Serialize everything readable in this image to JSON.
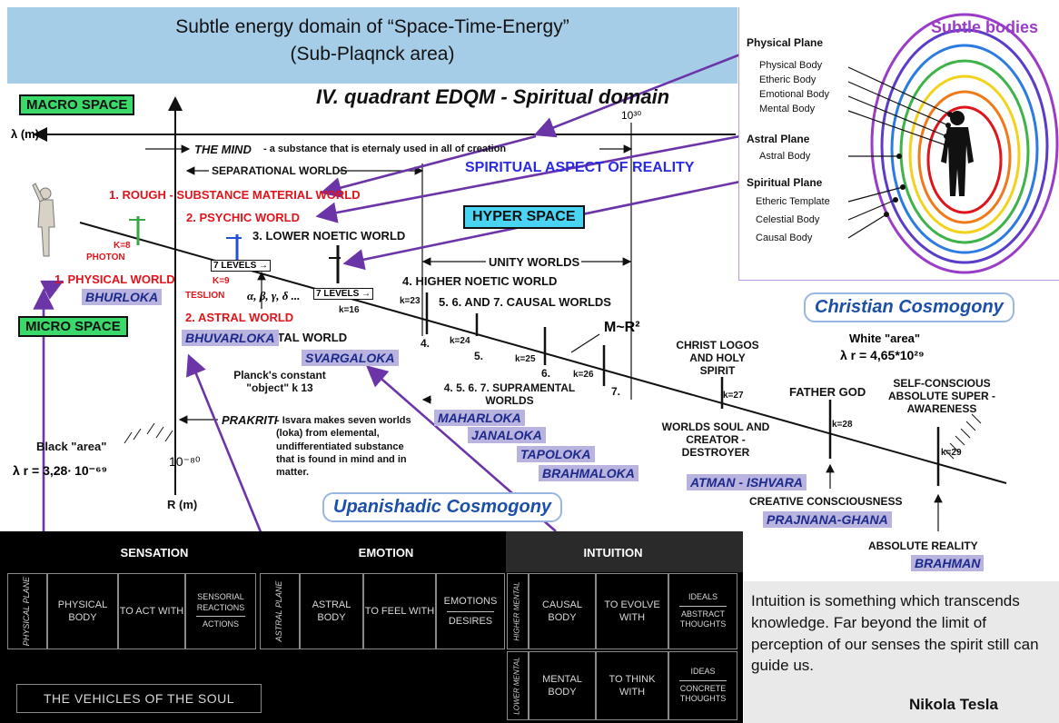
{
  "header": {
    "line1": "Subtle energy domain of  “Space-Time-Energy”",
    "line2": "(Sub-Plaqnck area)"
  },
  "diagram": {
    "title": "IV. quadrant EDQM - Spiritual domain",
    "macro_space": "MACRO SPACE",
    "micro_space": "MICRO SPACE",
    "hyper_space": "HYPER SPACE",
    "lambda_axis": "λ (m)",
    "r_axis": "R (m)",
    "power_30": "10³⁰",
    "power_80": "10⁻⁸⁰",
    "the_mind": "THE MIND",
    "the_mind_desc": "- a substance that is eternaly used in all of creation",
    "separational_worlds": "SEPARATIONAL WORLDS",
    "spiritual_aspect": "SPIRITUAL ASPECT OF REALITY",
    "unity_worlds": "UNITY WORLDS",
    "black_area": "Black \"area\"",
    "black_lambda": "λ r = 3,28∙ 10⁻⁶⁹",
    "white_area": "White \"area\"",
    "white_lambda": "λ r = 4,65*10²⁹",
    "planck_object": "Planck's constant \"object\" k 13",
    "prakriti": "PRAKRITI",
    "prakriti_desc": "- Isvara makes seven worlds (loka) from elemental, undifferentiated substance that is found in mind and in matter.",
    "k8": "K=8",
    "photon": "PHOTON",
    "k9": "K=9",
    "teslion": "TESLION",
    "greek": "α, β, γ, δ ...",
    "levels": "7 LEVELS →",
    "k16": "k=16",
    "k23": "k=23",
    "k24": "k=24",
    "k25": "k=25",
    "k26": "k=26",
    "k27": "k=27",
    "k28": "k=28",
    "k29": "k=29",
    "m_r2": "M~R²",
    "n4": "4.",
    "n5": "5.",
    "n6": "6.",
    "n7": "7.",
    "worlds": {
      "rough": "1. ROUGH - SUBSTANCE MATERIAL WORLD",
      "psychic": "2. PSYCHIC WORLD",
      "lower_noetic": "3. LOWER NOETIC WORLD",
      "physical": "1. PHYSICAL WORLD",
      "astral": "2. ASTRAL WORLD",
      "mental": "3. MENTAL WORLD",
      "higher_noetic": "4. HIGHER NOETIC WORLD",
      "causal": "5. 6. AND 7. CAUSAL WORLDS",
      "supramental": "4. 5. 6. 7. SUPRAMENTAL WORLDS",
      "christ_logos": "CHRIST LOGOS AND HOLY SPIRIT",
      "father_god": "FATHER GOD",
      "self_conscious": "SELF-CONSCIOUS ABSOLUTE SUPER - AWARENESS",
      "worlds_soul": "WORLDS SOUL AND CREATOR - DESTROYER",
      "creative": "CREATIVE CONSCIOUSNESS",
      "absolute_reality": "ABSOLUTE REALITY"
    },
    "lokas": {
      "bhurloka": "BHURLOKA",
      "bhuvarloka": "BHUVARLOKA",
      "svargaloka": "SVARGALOKA",
      "maharloka": "MAHARLOKA",
      "janaloka": "JANALOKA",
      "tapoloka": "TAPOLOKA",
      "brahmaloka": "BRAHMALOKA",
      "atman": "ATMAN - ISHVARA",
      "prajnana": "PRAJNANA-GHANA",
      "brahman": "BRAHMAN"
    },
    "christian_cosmogony": "Christian Cosmogony",
    "upanishadic_cosmogony": "Upanishadic Cosmogony"
  },
  "subtle_bodies": {
    "title": "Subtle bodies",
    "physical_plane": "Physical Plane",
    "physical_items": [
      "Physical Body",
      "Etheric Body",
      "Emotional Body",
      "Mental Body"
    ],
    "astral_plane": "Astral Plane",
    "astral_items": [
      "Astral Body"
    ],
    "spiritual_plane": "Spiritual Plane",
    "spiritual_items": [
      "Etheric Template",
      "Celestial Body",
      "Causal Body"
    ]
  },
  "vehicles": {
    "col_sensation": "SENSATION",
    "col_emotion": "EMOTION",
    "col_intuition": "INTUITION",
    "physical_plane": "PHYSICAL PLANE",
    "physical_body": "PHYSICAL BODY",
    "to_act_with": "TO ACT WITH",
    "sensorial_reactions": "SENSORIAL REACTIONS",
    "actions": "ACTIONS",
    "astral_plane": "ASTRAL PLANE",
    "astral_body": "ASTRAL BODY",
    "to_feel_with": "TO FEEL WITH",
    "emotions": "EMOTIONS",
    "desires": "DESIRES",
    "higher_mental": "HIGHER MENTAL",
    "causal_body": "CAUSAL BODY",
    "to_evolve_with": "TO EVOLVE WITH",
    "ideals": "IDEALS",
    "abstract_thoughts": "ABSTRACT THOUGHTS",
    "lower_mental": "LOWER MENTAL",
    "mental_body": "MENTAL BODY",
    "to_think_with": "TO THINK WITH",
    "ideas": "IDEAS",
    "concrete_thoughts": "CONCRETE THOUGHTS",
    "vehicles_of_soul": "THE VEHICLES OF THE SOUL"
  },
  "quote": {
    "text": "Intuition is something which transcends knowledge. Far beyond the limit of perception of our senses the spirit still can guide us.",
    "author": "Nikola Tesla"
  },
  "colors": {
    "banner": "#a6cde8",
    "arrow_purple": "#6b35a8",
    "red_text": "#e0141b",
    "loka_bg": "#b9b3df",
    "ring_colors": [
      "#e0141b",
      "#f07a1a",
      "#f2d21a",
      "#3db34a",
      "#2b7be0",
      "#5a3cc8",
      "#9b3cc8"
    ]
  }
}
